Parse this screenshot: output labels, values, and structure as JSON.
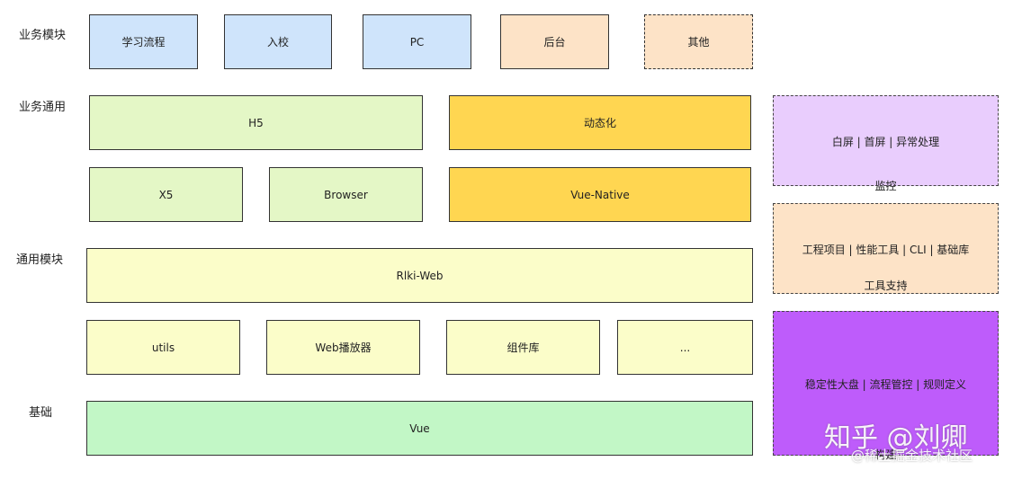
{
  "labels": {
    "business_modules": "业务模块",
    "business_common": "业务通用",
    "common_modules": "通用模块",
    "foundation": "基础"
  },
  "business_modules": [
    "学习流程",
    "入校",
    "PC",
    "后台",
    "其他"
  ],
  "business_common": {
    "h5": "H5",
    "dynamic": "动态化",
    "x5": "X5",
    "browser": "Browser",
    "vue_native": "Vue-Native"
  },
  "common": {
    "rlki_web": "Rlki-Web",
    "utils": "utils",
    "web_player": "Web播放器",
    "component_lib": "组件库",
    "more": "..."
  },
  "foundation": {
    "vue": "Vue"
  },
  "side": {
    "monitor": {
      "content": "白屏 | 首屏 | 异常处理",
      "title": "监控"
    },
    "tools": {
      "content": "工程项目 | 性能工具 | CLI | 基础库",
      "title": "工具支持"
    },
    "build": {
      "content": "稳定性大盘 | 流程管控 | 规则定义",
      "title": "构建"
    }
  },
  "watermark": {
    "main": "知乎 @刘卿",
    "sub": "@稀土掘金技术社区"
  },
  "colors": {
    "blue": "#cfe4fb",
    "peach": "#fde3c7",
    "green": "#e4f7c6",
    "orange": "#ffd651",
    "yellow": "#fbfdc9",
    "mint": "#c2f7c6",
    "lilac": "#e9cdfd",
    "purple": "#be5cfb"
  }
}
